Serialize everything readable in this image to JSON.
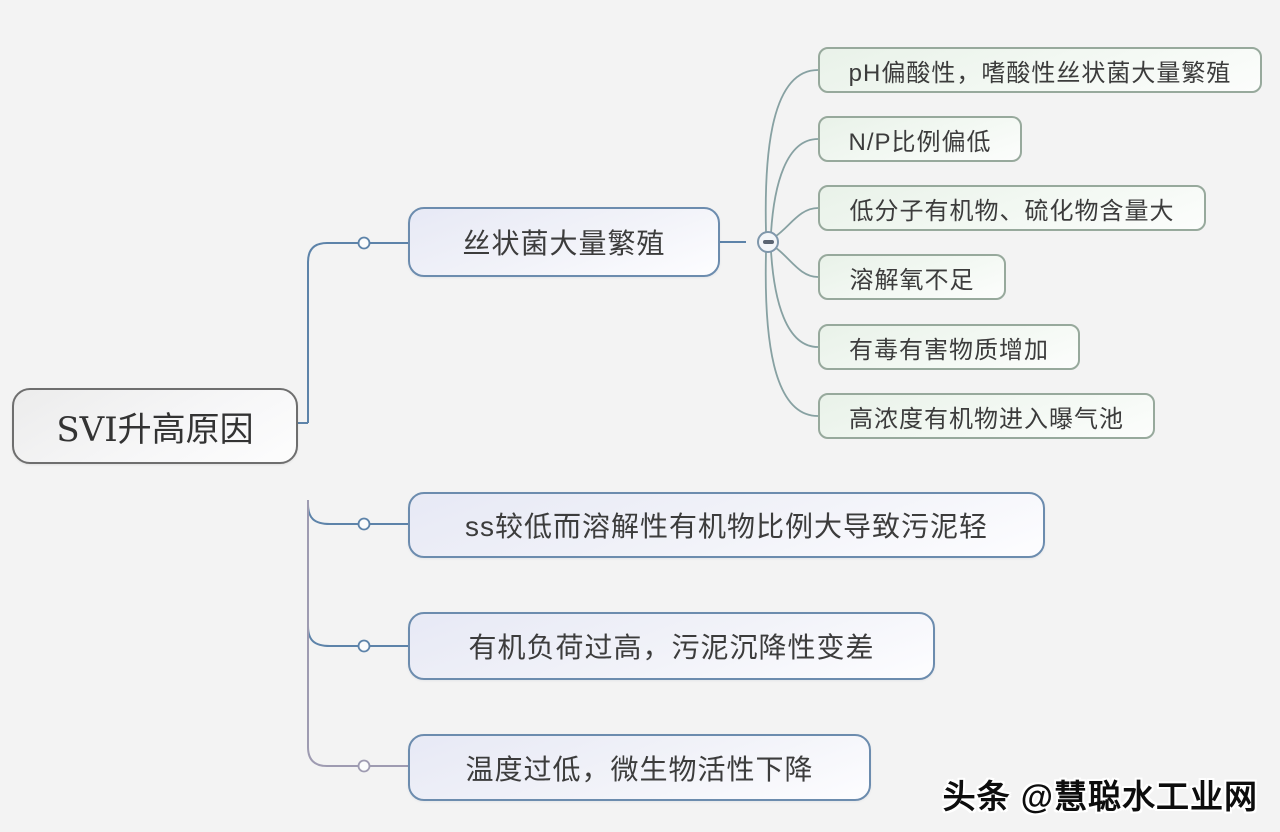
{
  "canvas": {
    "background_color": "#f3f3f3"
  },
  "colors": {
    "root_border": "#6e6e6e",
    "branch_border": "#6c8cae",
    "branch_fill": "#e7e9f5",
    "sub_border": "#97a99c",
    "sub_fill": "#e9f2e9",
    "line_blue": "#5d83a9",
    "line_purple": "#9e9bb1",
    "line_teal": "#87a1a2"
  },
  "mindmap": {
    "root": {
      "label": "SVI升高原因"
    },
    "branches": [
      {
        "label": "丝状菌大量繁殖",
        "children": [
          {
            "label": "pH偏酸性，嗜酸性丝状菌大量繁殖"
          },
          {
            "label": "N/P比例偏低"
          },
          {
            "label": "低分子有机物、硫化物含量大"
          },
          {
            "label": "溶解氧不足"
          },
          {
            "label": "有毒有害物质增加"
          },
          {
            "label": "高浓度有机物进入曝气池"
          }
        ]
      },
      {
        "label": "ss较低而溶解性有机物比例大导致污泥轻"
      },
      {
        "label": "有机负荷过高，污泥沉降性变差"
      },
      {
        "label": "温度过低，微生物活性下降"
      }
    ],
    "collapse_button": {
      "icon": "minus-icon"
    }
  },
  "watermark": {
    "text": "头条 @慧聪水工业网"
  }
}
